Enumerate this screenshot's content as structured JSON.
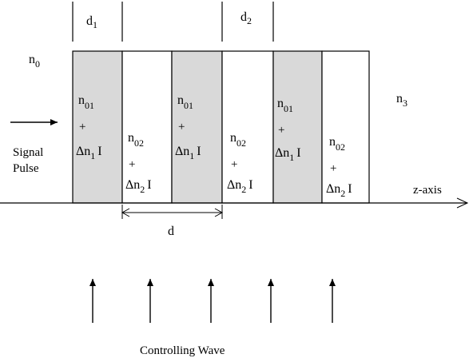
{
  "diagram": {
    "layer_labels": {
      "d1_main": "d",
      "d1_sub": "1",
      "d2_main": "d",
      "d2_sub": "2"
    },
    "left_medium": {
      "main": "n",
      "sub": "0"
    },
    "right_medium": {
      "main": "n",
      "sub": "3"
    },
    "signal_label_1": "Signal",
    "signal_label_2": "Pulse",
    "axis_label": "z-axis",
    "period_label": "d",
    "controlling_wave_label": "Controlling Wave",
    "layer_type_1": {
      "n_main": "n",
      "n_sub": "01",
      "plus": "+",
      "delta_main": "Δn",
      "delta_sub": "1",
      "delta_tail": "I",
      "fill": "#d9d9d9"
    },
    "layer_type_2": {
      "n_main": "n",
      "n_sub": "02",
      "plus": "+",
      "delta_main": "Δn",
      "delta_sub": "2",
      "delta_tail": "I",
      "fill": "#ffffff"
    },
    "layers": [
      "layer_type_1",
      "layer_type_2",
      "layer_type_1",
      "layer_type_2",
      "layer_type_1",
      "layer_type_2"
    ]
  }
}
